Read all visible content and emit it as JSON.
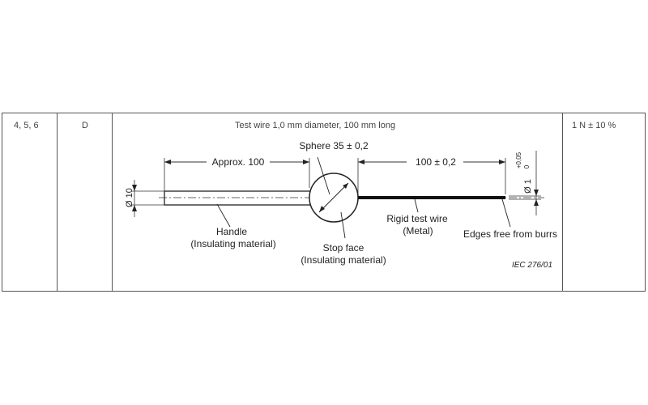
{
  "row": {
    "degrees": "4, 5, 6",
    "code": "D",
    "title": "Test wire 1,0 mm diameter, 100 mm long",
    "force": "1 N ± 10 %"
  },
  "drawing": {
    "approx_label": "Approx. 100",
    "sphere_label": "Sphere 35 ± 0,2",
    "length_label": "100 ± 0,2",
    "handle_dia": "Ø 10",
    "wire_dia_main": "Ø 1",
    "wire_dia_tol_upper": "+0,05",
    "wire_dia_tol_lower": "0",
    "handle_label_1": "Handle",
    "handle_label_2": "(Insulating material)",
    "stop_label_1": "Stop face",
    "stop_label_2": "(Insulating material)",
    "wire_label_1": "Rigid test wire",
    "wire_label_2": "(Metal)",
    "edges_label": "Edges free from burrs",
    "ref": "IEC   276/01"
  }
}
